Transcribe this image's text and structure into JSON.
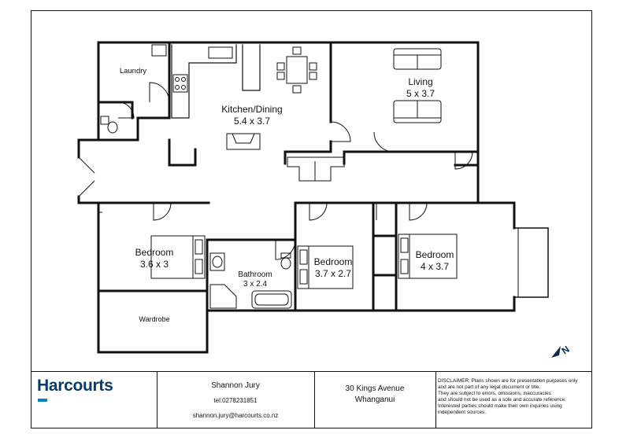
{
  "rooms": {
    "laundry": "Laundry",
    "kitchen_name": "Kitchen/Dining",
    "kitchen_size": "5.4 x 3.7",
    "living_name": "Living",
    "living_size": "5 x 3.7",
    "bed1_name": "Bedroom",
    "bed1_size": "3.6 x 3",
    "bathroom_name": "Bathroom",
    "bathroom_size": "3 x 2.4",
    "bed2_name": "Bedroom",
    "bed2_size": "3.7 x 2.7",
    "bed3_name": "Bedroom",
    "bed3_size": "4 x 3.7",
    "wardrobe": "Wardrobe"
  },
  "icons": {
    "north": "north-arrow-icon"
  },
  "footer": {
    "brand": "Harcourts",
    "agent_name": "Shannon Jury",
    "agent_tel": "tel:0278231851",
    "agent_email": "shannon.jury@harcourts.co.nz",
    "address_line1": "30 Kings Avenue",
    "address_line2": "Whanganui",
    "disclaimer": [
      "DISCLAIMER:  Plans shown are for presentation purposes only",
      "and are not part of any legal document or title.",
      "They are subject to errors, omissions, inaccuracies",
      "and should not be used as a sole and accurate reference.",
      "Interested parties should make their own inquiries using",
      "independent sources."
    ]
  },
  "colors": {
    "brand_navy": "#0a3a6b",
    "brand_blue": "#0a7fc2",
    "line": "#111111"
  }
}
